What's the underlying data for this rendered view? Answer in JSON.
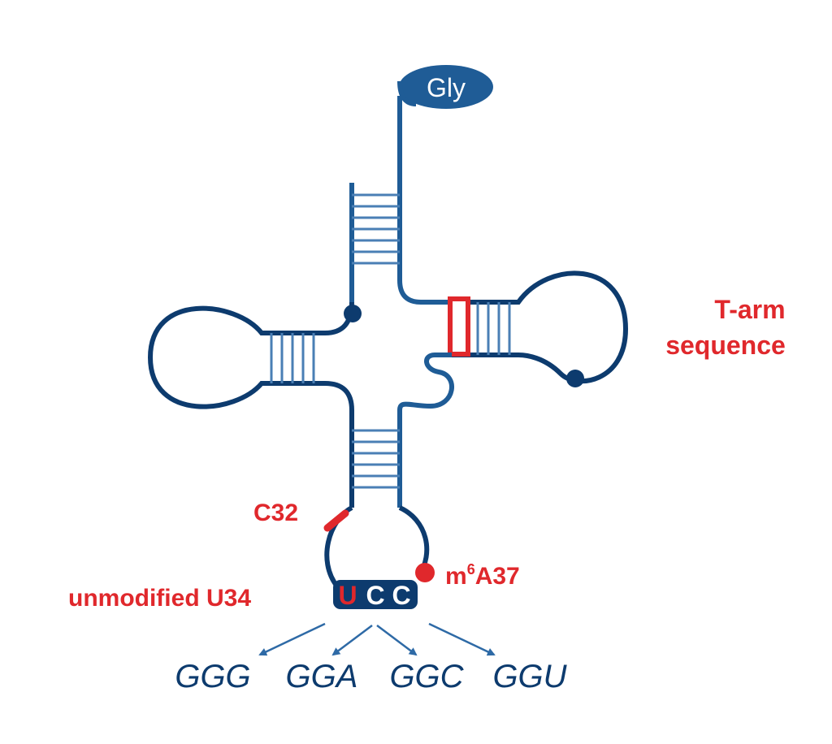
{
  "amino_acid": "Gly",
  "labels": {
    "t_arm_line1": "T-arm",
    "t_arm_line2": "sequence",
    "c32": "C32",
    "m6a37_prefix": "m",
    "m6a37_superscript": "6",
    "m6a37_suffix": "A37",
    "unmodified_u34": "unmodified U34"
  },
  "anticodon": {
    "first": "U",
    "second": "C",
    "third": "C"
  },
  "codons": [
    "GGG",
    "GGA",
    "GGC",
    "GGU"
  ],
  "colors": {
    "trna_backbone": "#1f5c96",
    "trna_dark": "#0d3b6e",
    "highlight_red": "#e0282c",
    "stem_rung": "#4a7fb5",
    "label_red": "#e0282c",
    "codon_text": "#0d3b6e"
  }
}
